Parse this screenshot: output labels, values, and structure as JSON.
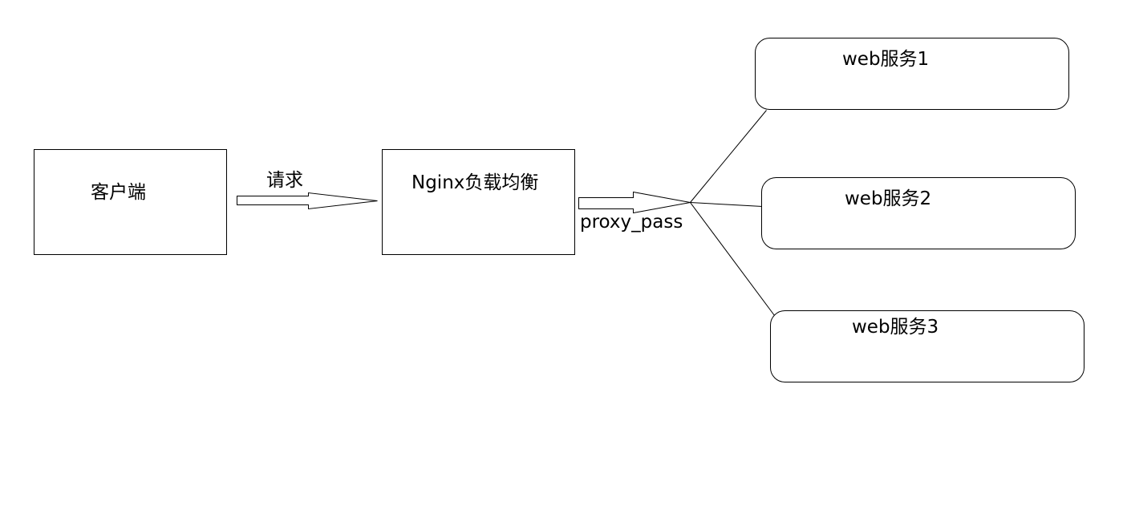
{
  "nodes": {
    "client": {
      "label": "客户端"
    },
    "nginx": {
      "label": "Nginx负载均衡"
    },
    "web1": {
      "label": "web服务1"
    },
    "web2": {
      "label": "web服务2"
    },
    "web3": {
      "label": "web服务3"
    }
  },
  "edges": {
    "request": {
      "label": "请求"
    },
    "proxy": {
      "label": "proxy_pass"
    }
  },
  "colors": {
    "stroke": "#000000",
    "background": "#ffffff"
  }
}
